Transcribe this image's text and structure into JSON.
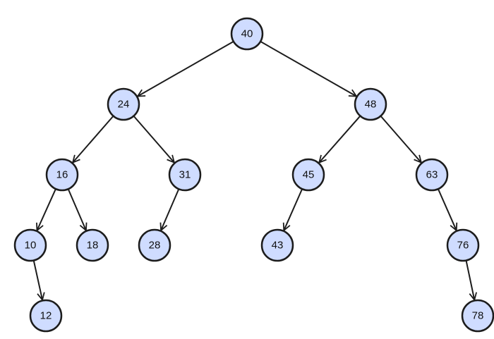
{
  "tree": {
    "colors": {
      "node_fill": "#cfdcff",
      "node_stroke": "#1c1c1c",
      "edge": "#1c1c1c",
      "label": "#111111"
    },
    "nodes": [
      {
        "id": "n40",
        "label": "40"
      },
      {
        "id": "n24",
        "label": "24"
      },
      {
        "id": "n48",
        "label": "48"
      },
      {
        "id": "n16",
        "label": "16"
      },
      {
        "id": "n31",
        "label": "31"
      },
      {
        "id": "n45",
        "label": "45"
      },
      {
        "id": "n63",
        "label": "63"
      },
      {
        "id": "n10",
        "label": "10"
      },
      {
        "id": "n18",
        "label": "18"
      },
      {
        "id": "n28",
        "label": "28"
      },
      {
        "id": "n43",
        "label": "43"
      },
      {
        "id": "n76",
        "label": "76"
      },
      {
        "id": "n12",
        "label": "12"
      },
      {
        "id": "n78",
        "label": "78"
      }
    ],
    "edges": [
      {
        "from": "n40",
        "to": "n24"
      },
      {
        "from": "n40",
        "to": "n48"
      },
      {
        "from": "n24",
        "to": "n16"
      },
      {
        "from": "n24",
        "to": "n31"
      },
      {
        "from": "n48",
        "to": "n45"
      },
      {
        "from": "n48",
        "to": "n63"
      },
      {
        "from": "n16",
        "to": "n10"
      },
      {
        "from": "n16",
        "to": "n18"
      },
      {
        "from": "n31",
        "to": "n28"
      },
      {
        "from": "n45",
        "to": "n43"
      },
      {
        "from": "n63",
        "to": "n76"
      },
      {
        "from": "n10",
        "to": "n12"
      },
      {
        "from": "n76",
        "to": "n78"
      }
    ]
  }
}
